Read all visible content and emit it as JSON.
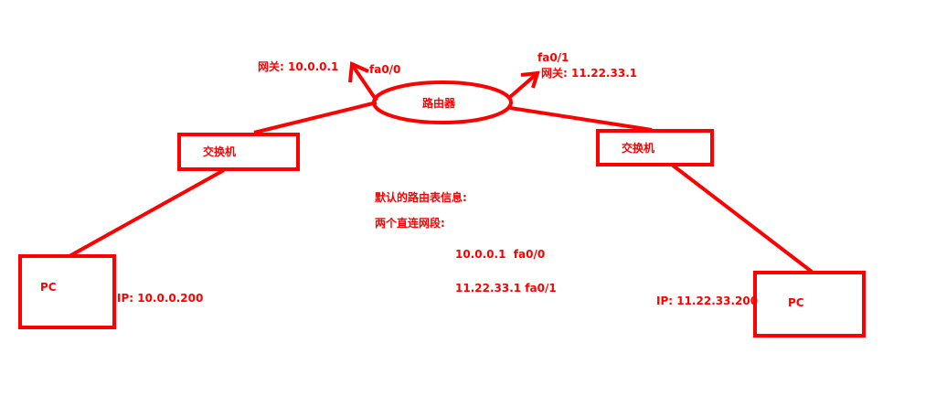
{
  "color": "#ff0000",
  "router": {
    "label": "路由器"
  },
  "left": {
    "gateway": "网关: 10.0.0.1",
    "interface": "fa0/0",
    "switch": "交换机",
    "pc": "PC",
    "ip": "IP: 10.0.0.200"
  },
  "right": {
    "gateway": "网关: 11.22.33.1",
    "interface": "fa0/1",
    "switch": "交换机",
    "pc": "PC",
    "ip": "IP: 11.22.33.200"
  },
  "routing_table": {
    "title": "默认的路由表信息:",
    "subtitle": "两个直连网段:",
    "entries": [
      "10.0.0.1  fa0/0",
      "11.22.33.1 fa0/1"
    ]
  }
}
